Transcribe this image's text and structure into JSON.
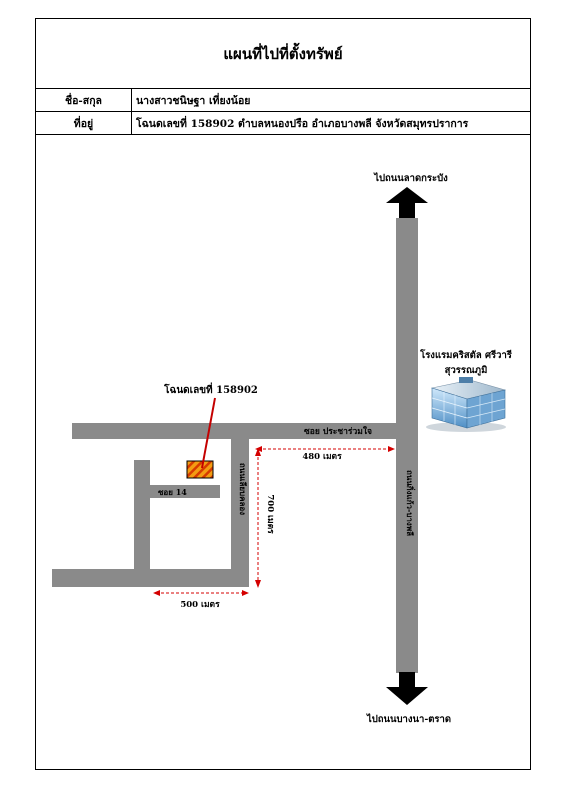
{
  "header": {
    "title": "แผนที่ไปที่ตั้งทรัพย์"
  },
  "info": {
    "name_label": "ชื่อ-สกุล",
    "name_value": "นางสาวชนิษฐา เที่ยงน้อย",
    "address_label": "ที่อยู่",
    "address_value": "โฉนดเลขที่ 158902 ตำบลหนองปรือ อำเภอบางพลี จังหวัดสมุทรปราการ"
  },
  "map": {
    "top_direction": "ไปถนนลาดกระบัง",
    "bottom_direction": "ไปถนนบางนา-ตราด",
    "hotel_line1": "โรงแรมคริสตัล ศรีวารี",
    "hotel_line2": "สุวรรณภูมิ",
    "deed_label": "โฉนดเลขที่ 158902",
    "soi_main": "ซอย ประชาร่วมใจ",
    "soi_14": "ซอย 14",
    "road_main": "ถนนกิ่งแก้ว-บางพลี",
    "road_side": "ถนนเลียบคลอง",
    "dist_480": "480 เมตร",
    "dist_700": "700 เมตร",
    "dist_500": "500 เมตร",
    "colors": {
      "road": "#8a8a8a",
      "dimension": "#d40000",
      "pointer": "#c40000",
      "plot_fill": "#f39c12",
      "plot_stripe": "#d63a00"
    },
    "icons": {
      "hotel": "hotel-building-icon",
      "arrow_up": "arrow-up-icon",
      "arrow_down": "arrow-down-icon"
    }
  }
}
